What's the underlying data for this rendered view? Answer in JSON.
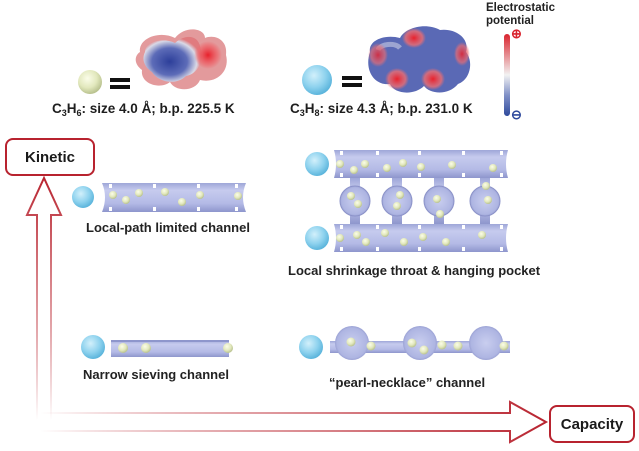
{
  "molecules": {
    "propylene": {
      "formula_main": "C",
      "sub1": "3",
      "mid": "H",
      "sub2": "6",
      "rest": ": size 4.0 Å; b.p. 225.5 K",
      "sphere_color": "#e6ebc4"
    },
    "propane": {
      "formula_main": "C",
      "sub1": "3",
      "mid": "H",
      "sub2": "8",
      "rest": ": size 4.3 Å; b.p. 231.0 K",
      "sphere_color": "#8fd3ef"
    }
  },
  "esp_legend": {
    "title_line1": "Electrostatic",
    "title_line2": "potential",
    "positive_symbol": "⊕",
    "negative_symbol": "⊖",
    "positive_color": "#d9232e",
    "negative_color": "#2f4a9c"
  },
  "axes": {
    "vertical_label": "Kinetic",
    "horizontal_label": "Capacity",
    "arrow_color": "#b8232f"
  },
  "channels": [
    {
      "id": "local-path",
      "label": "Local-path limited channel"
    },
    {
      "id": "shrinkage",
      "label": "Local shrinkage throat & hanging pocket"
    },
    {
      "id": "narrow",
      "label": "Narrow sieving channel"
    },
    {
      "id": "pearl",
      "label": "“pearl-necklace” channel"
    }
  ]
}
